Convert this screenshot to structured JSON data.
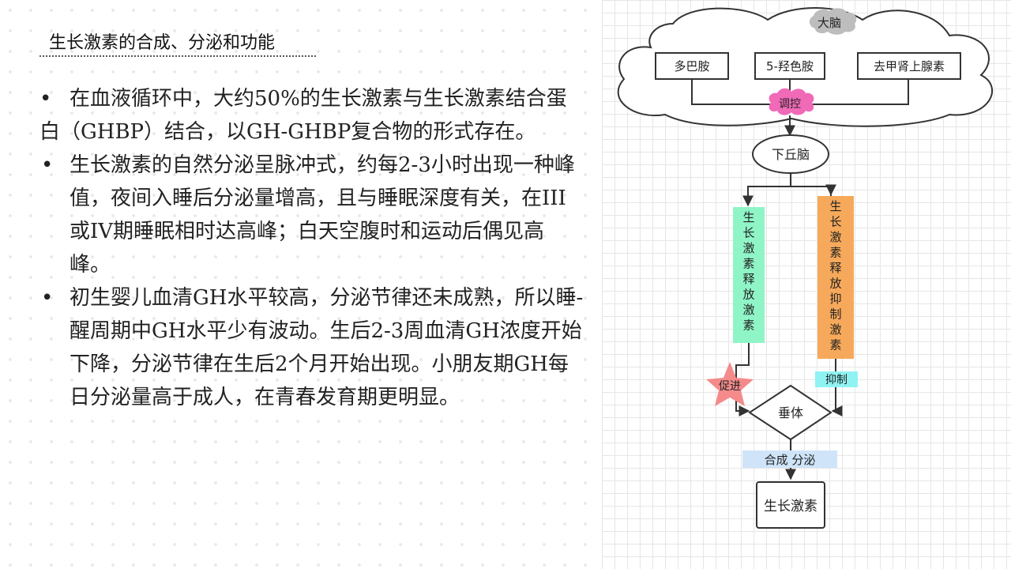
{
  "slide": {
    "title": "生长激素的合成、分泌和功能",
    "bullets": [
      "在血液循环中，大约50%的生长激素与生长激素结合蛋白（GHBP）结合，以GH-GHBP复合物的形式存在。",
      "生长激素的自然分泌呈脉冲式，约每2-3小时出现一种峰值，夜间入睡后分泌量增高，且与睡眠深度有关，在III或IV期睡眠相时达高峰；白天空腹时和运动后偶见高峰。",
      "初生婴儿血清GH水平较高，分泌节律还未成熟，所以睡-醒周期中GH水平少有波动。生后2-3周血清GH浓度开始下降，分泌节律在生后2个月开始出现。小朋友期GH每日分泌量高于成人，在青春发育期更明显。"
    ],
    "bullet_symbol": "•"
  },
  "diagram": {
    "brain_label": "大脑",
    "transmitters": [
      "多巴胺",
      "5-羟色胺",
      "去甲肾上腺素"
    ],
    "regulate_label": "调控",
    "hypothalamus_label": "下丘脑",
    "ghrh_label": "生长激素释放激素",
    "ghih_label": "生长激素释放抑制激素",
    "promote_label": "促进",
    "inhibit_label": "抑制",
    "pituitary_label": "垂体",
    "synth_label": "合成 分泌",
    "gh_label": "生长激素",
    "colors": {
      "ghrh_fill": "#8ff5c7",
      "ghih_fill": "#f6a95a",
      "regulate_fill": "#f06ab8",
      "promote_fill": "#f48a8a",
      "inhibit_fill": "#8ff3f3",
      "synth_fill": "#cfe4f9",
      "brain_tag_fill": "#bdbdbd"
    }
  }
}
